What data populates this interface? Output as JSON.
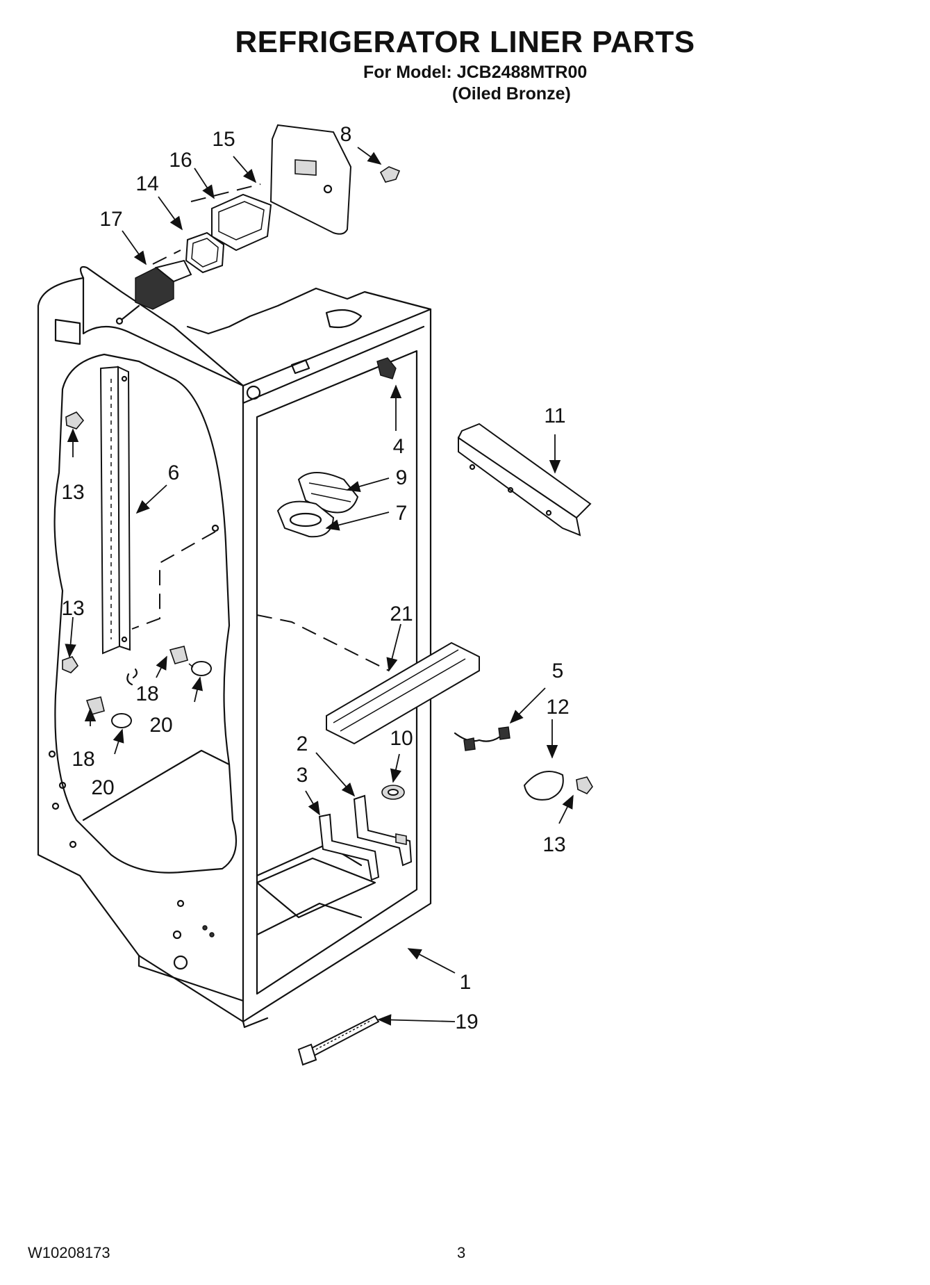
{
  "header": {
    "title": "REFRIGERATOR LINER PARTS",
    "model": "For Model: JCB2488MTR00",
    "variant": "(Oiled Bronze)"
  },
  "footer": {
    "doc_number": "W10208173",
    "page_number": "3"
  },
  "callouts": [
    "8",
    "15",
    "16",
    "14",
    "17",
    "11",
    "4",
    "9",
    "7",
    "13",
    "6",
    "13",
    "21",
    "5",
    "12",
    "18",
    "20",
    "18",
    "20",
    "2",
    "10",
    "3",
    "13",
    "1",
    "19"
  ]
}
